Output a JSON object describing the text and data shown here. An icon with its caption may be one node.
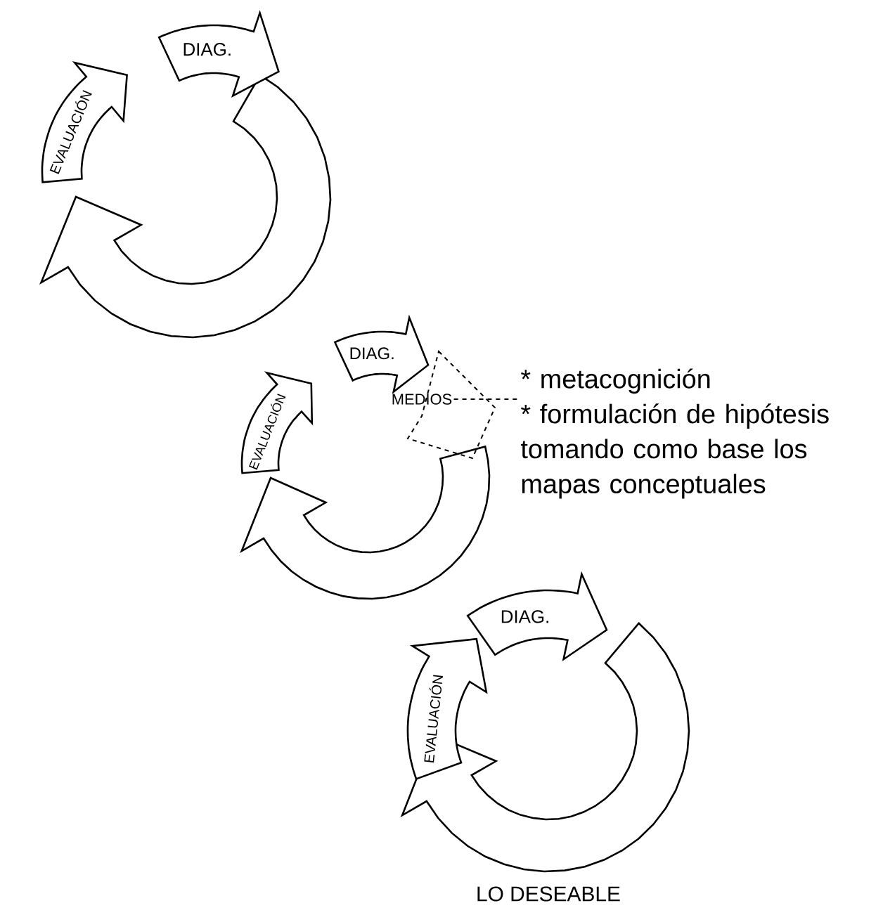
{
  "diagram": {
    "nodes": [
      {
        "text": [
          "MEDIOS"
        ]
      },
      {
        "text": [
          "* metacognición",
          "* formulación de hipótesis tomando como base los mapas conceptuales"
        ]
      }
    ],
    "edges": [
      {
        "from": 0,
        "to": 1,
        "arrow": "none",
        "style": "dashed"
      }
    ],
    "labels": [
      "EVALUACIÓN",
      "DIAG.",
      "DIAG.",
      "EVALUACIÓN",
      "DIAG.",
      "EVALUACIÓN",
      "LO DESEABLE"
    ]
  }
}
